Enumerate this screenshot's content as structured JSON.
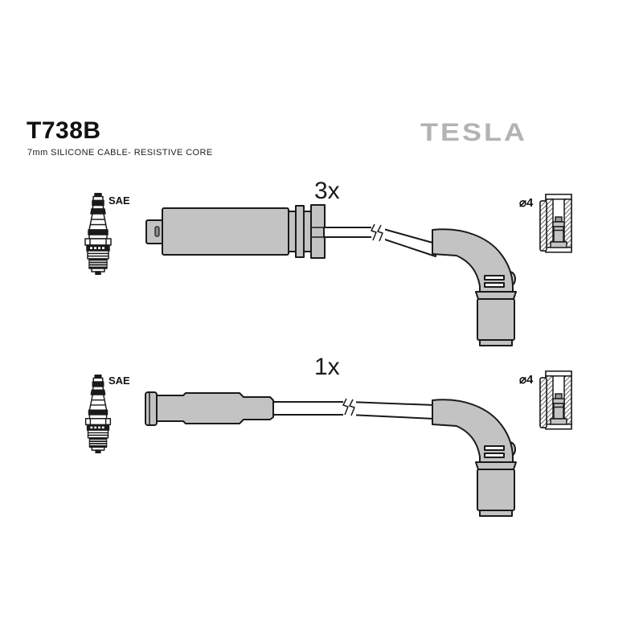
{
  "header": {
    "part_number": "T738B",
    "subtitle": "7mm SILICONE CABLE- RESISTIVE CORE",
    "brand": "TESLA"
  },
  "rows": [
    {
      "quantity_label": "3x",
      "plug_standard_label": "SAE",
      "terminal_diameter_label": "⌀4"
    },
    {
      "quantity_label": "1x",
      "plug_standard_label": "SAE",
      "terminal_diameter_label": "⌀4"
    }
  ],
  "colors": {
    "part_fill_gray": "#c3c3c3",
    "outline_black": "#1a1a1a",
    "brand_gray": "#b3b3b3"
  }
}
